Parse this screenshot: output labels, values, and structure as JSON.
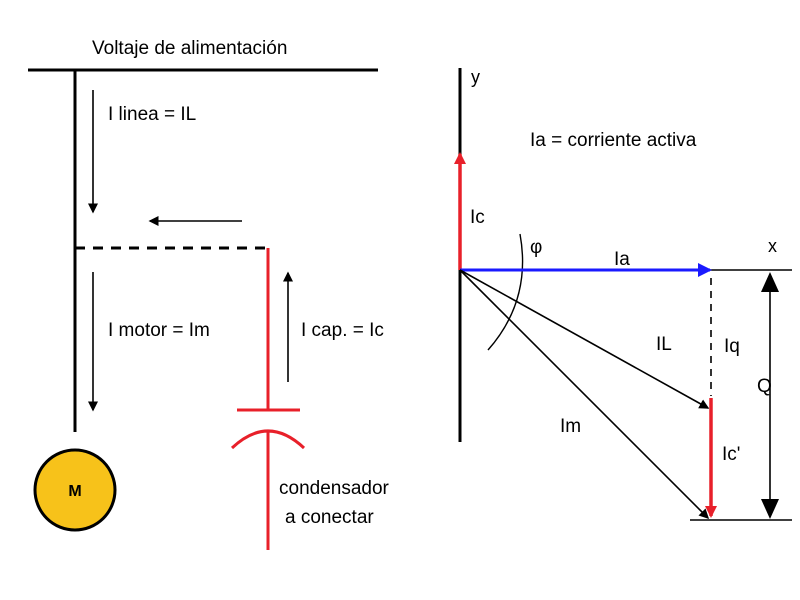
{
  "left_circuit": {
    "supply_label": "Voltaje de alimentación",
    "line_current_label": "I linea = IL",
    "motor_current_label": "I motor = Im",
    "capacitor_current_label": "I cap. =  Ic",
    "motor_symbol": "M",
    "capacitor_label_line1": "condensador",
    "capacitor_label_line2": "a  conectar"
  },
  "phasor_diagram": {
    "y_axis_label": "y",
    "x_axis_label": "x",
    "note": "Ia = corriente activa",
    "ic_label": "Ic",
    "phi_label": "φ",
    "ia_label": "Ia",
    "il_label": "IL",
    "iq_label": "Iq",
    "im_label": "Im",
    "ic_prime_label": "Ic'",
    "q_label": "Q"
  },
  "colors": {
    "line": "#000000",
    "capacitor": "#e8202a",
    "active_current": "#1a1aff",
    "motor_fill": "#f7c21a"
  }
}
